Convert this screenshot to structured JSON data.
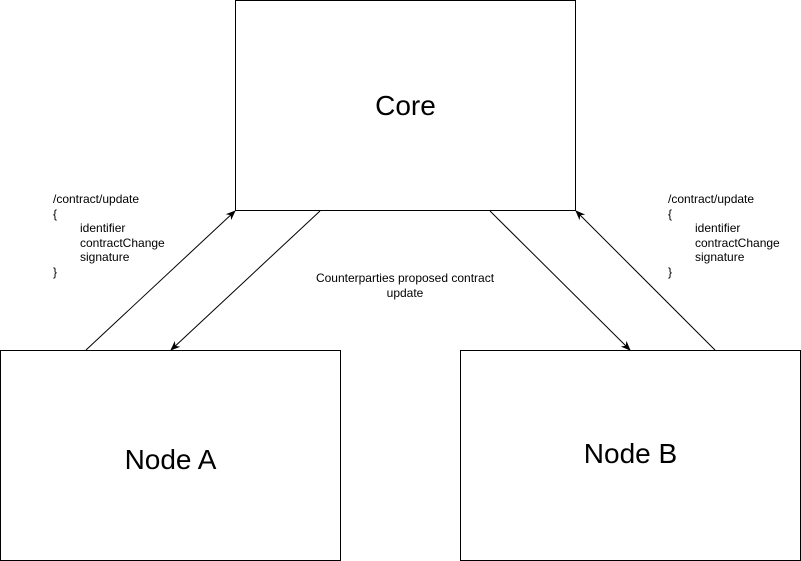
{
  "diagram": {
    "core": {
      "label": "Core"
    },
    "node_a": {
      "label": "Node A"
    },
    "node_b": {
      "label": "Node B"
    },
    "center_label": "Counterparties proposed contract update",
    "payload_left": {
      "endpoint": "/contract/update",
      "open_brace": "{",
      "fields": [
        "identifier",
        "contractChange",
        "signature"
      ],
      "close_brace": "}"
    },
    "payload_right": {
      "endpoint": "/contract/update",
      "open_brace": "{",
      "fields": [
        "identifier",
        "contractChange",
        "signature"
      ],
      "close_brace": "}"
    },
    "colors": {
      "stroke": "#000000",
      "background": "#ffffff"
    }
  }
}
